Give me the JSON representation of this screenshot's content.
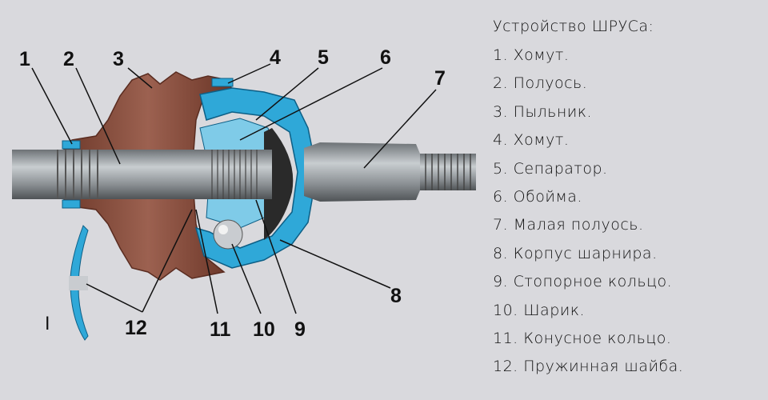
{
  "legend": {
    "title": "Устройство ШРУСа:",
    "items": [
      "1. Хомут.",
      "2. Полуось.",
      "3. Пыльник.",
      "4. Хомут.",
      "5. Сепаратор.",
      "6. Обойма.",
      "7. Малая полуось.",
      "8. Корпус шарнира.",
      "9. Стопорное кольцо.",
      "10. Шарик.",
      "11. Конусное кольцо.",
      "12. Пружинная шайба."
    ]
  },
  "callouts": [
    "1",
    "2",
    "3",
    "4",
    "5",
    "6",
    "7",
    "8",
    "9",
    "10",
    "11",
    "12"
  ],
  "section_mark": "I",
  "colors": {
    "background": "#d9d9dd",
    "boot": "#8a4f3c",
    "housing": "#2fa8d8",
    "shaft": "#8f9599"
  }
}
